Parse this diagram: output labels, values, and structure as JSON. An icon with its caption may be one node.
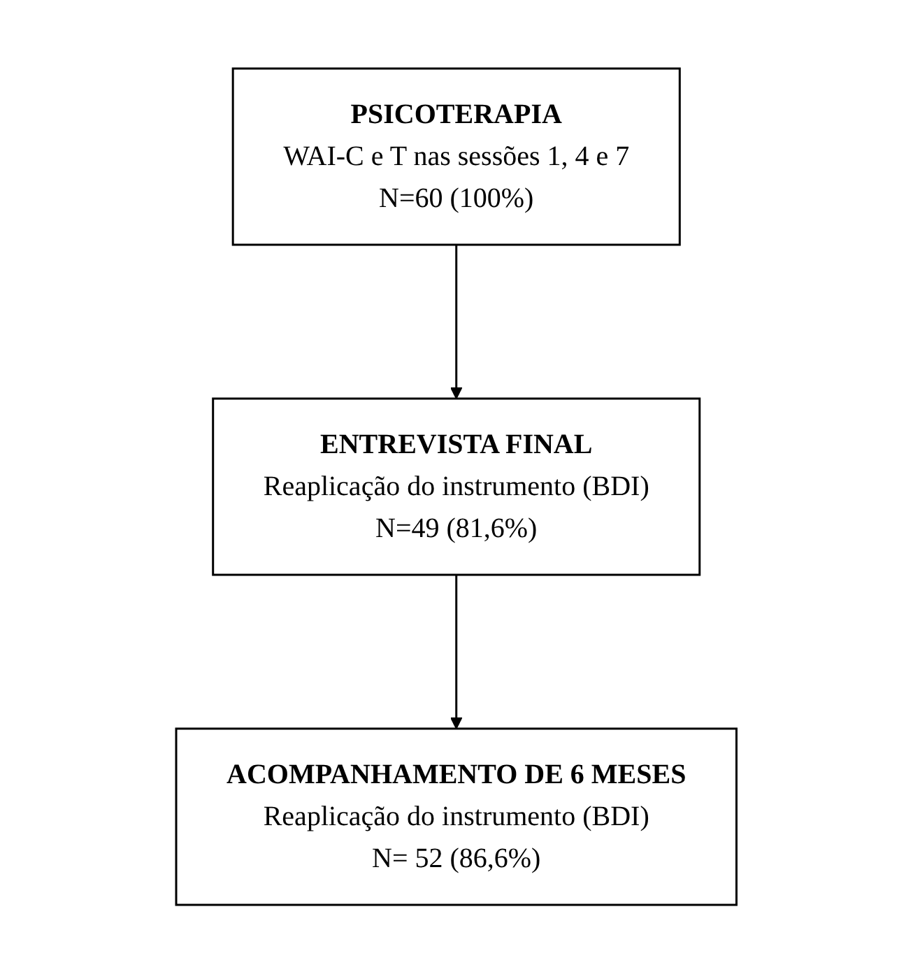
{
  "diagram": {
    "nodes": [
      {
        "text": [
          "PSICOTERAPIA",
          "WAI-C e T nas sessões 1, 4 e 7",
          "N=60 (100%)"
        ]
      },
      {
        "text": [
          "ENTREVISTA FINAL",
          "Reaplicação do instrumento (BDI)",
          "N=49 (81,6%)"
        ]
      },
      {
        "text": [
          "ACOMPANHAMENTO DE 6 MESES",
          "Reaplicação do instrumento (BDI)",
          "N= 52 (86,6%)"
        ]
      }
    ],
    "edges": [
      {
        "from": 0,
        "to": 1,
        "arrow": "to"
      },
      {
        "from": 1,
        "to": 2,
        "arrow": "to"
      }
    ]
  }
}
